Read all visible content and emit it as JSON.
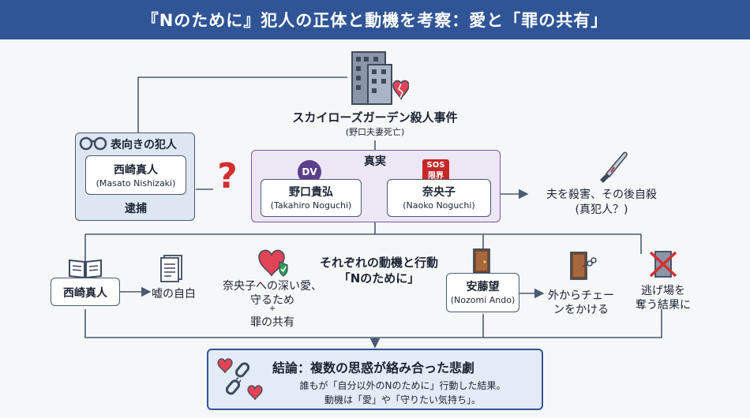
{
  "title": "『Nのために』犯人の正体と動機を考察：愛と「罪の共有」",
  "incident": {
    "name": "スカイローズガーデン殺人事件",
    "detail": "(野口夫妻死亡)"
  },
  "apparent_culprit": {
    "header": "表向きの犯人",
    "name": "西崎真人",
    "romaji": "(Masato Nishizaki)",
    "status": "逮捕"
  },
  "truth": {
    "header": "真実",
    "husband": {
      "badge": "DV",
      "name": "野口貴弘",
      "romaji": "(Takahiro Noguchi)"
    },
    "wife": {
      "badge_line1": "SOS",
      "badge_line2": "限界",
      "name": "奈央子",
      "romaji": "(Naoko Noguchi)"
    },
    "outcome_line1": "夫を殺害、その後自殺",
    "outcome_line2": "(真犯人？)"
  },
  "question_mark": "?",
  "motives": {
    "header_line1": "それぞれの動機と行動",
    "header_line2": "「Nのために」",
    "nishizaki": {
      "name": "西崎真人",
      "action": "嘘の自白",
      "motive_line1": "奈央子への深い愛、",
      "motive_line2": "守るため",
      "plus": "+",
      "motive_line3": "罪の共有"
    },
    "ando": {
      "name": "安藤望",
      "romaji": "(Nozomi Ando)",
      "action_line1": "外からチェー",
      "action_line2": "ンをかける",
      "result_line1": "逃げ場を",
      "result_line2": "奪う結果に"
    }
  },
  "conclusion": {
    "title": "結論：複数の思惑が絡み合った悲劇",
    "line1": "誰もが「自分以外のNのために」行動した結果。",
    "line2": "動機は「愛」や「守りたい気持ち」。"
  },
  "colors": {
    "title_bar": "#2f5597",
    "apparent_panel": "#dde6f2",
    "truth_panel": "#ece6f5",
    "truth_border": "#7b5aa6",
    "conclusion_panel": "#e3ebf6",
    "conclusion_border": "#2f5597",
    "heart": "#e04455",
    "question": "#d32f2f"
  }
}
